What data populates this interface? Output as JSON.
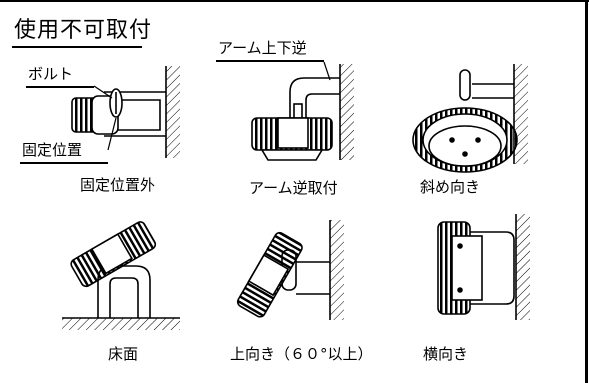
{
  "title": "使用不可取付",
  "labels": {
    "arm_reverse": "アーム上下逆",
    "bolt": "ボルト",
    "fixing_position": "固定位置"
  },
  "captions": [
    "固定位置外",
    "アーム逆取付",
    "斜め向き",
    "床面",
    "上向き（６０°以上）",
    "横向き"
  ]
}
